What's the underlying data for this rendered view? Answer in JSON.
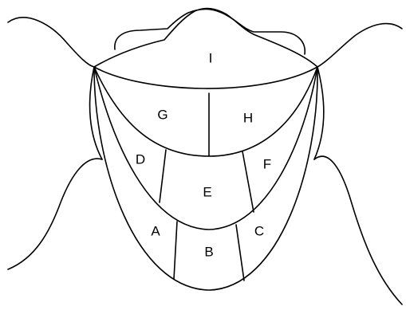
{
  "diagram": {
    "regions": [
      {
        "id": "A",
        "label": "A"
      },
      {
        "id": "B",
        "label": "B"
      },
      {
        "id": "C",
        "label": "C"
      },
      {
        "id": "D",
        "label": "D"
      },
      {
        "id": "E",
        "label": "E"
      },
      {
        "id": "F",
        "label": "F"
      },
      {
        "id": "G",
        "label": "G"
      },
      {
        "id": "H",
        "label": "H"
      },
      {
        "id": "I",
        "label": "I"
      }
    ]
  }
}
